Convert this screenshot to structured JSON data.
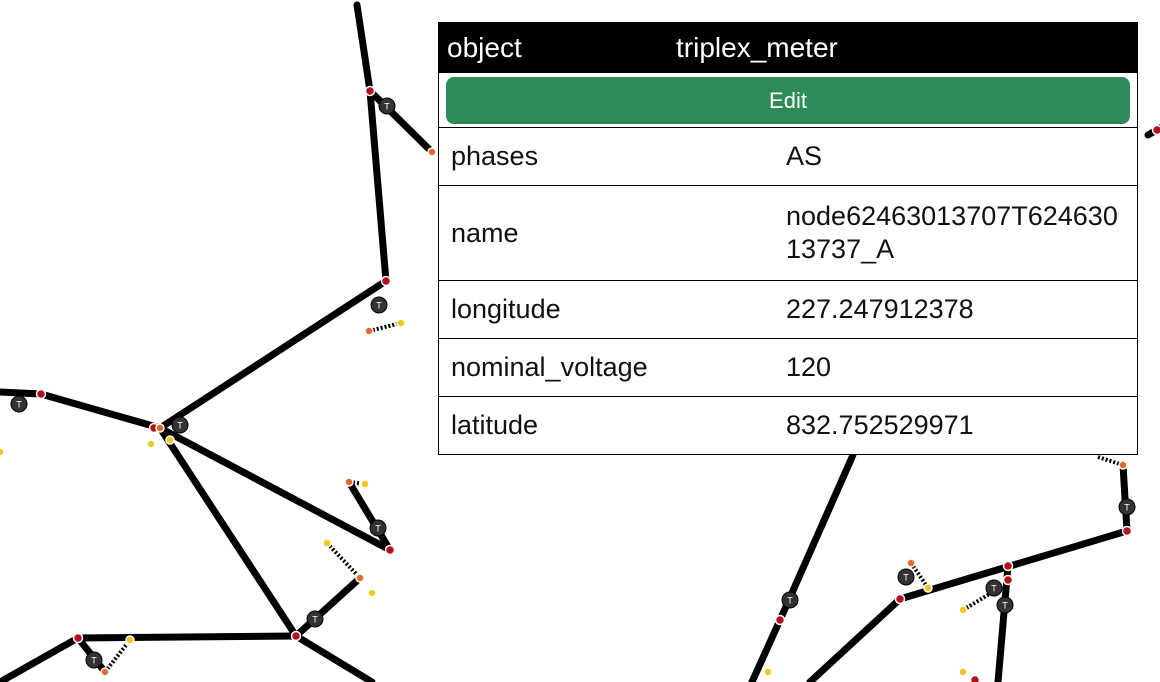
{
  "popup": {
    "header_key": "object",
    "header_value": "triplex_meter",
    "edit_label": "Edit",
    "properties": [
      {
        "key": "phases",
        "value": "AS"
      },
      {
        "key": "name",
        "value": "node62463013707T62463013737_A"
      },
      {
        "key": "longitude",
        "value": "227.247912378"
      },
      {
        "key": "nominal_voltage",
        "value": "120"
      },
      {
        "key": "latitude",
        "value": "832.752529971"
      }
    ]
  },
  "map": {
    "transformer_label": "T",
    "colors": {
      "line": "#000000",
      "node": "#b0131e",
      "meter": "#e06a2c",
      "load": "#f2c81a",
      "edit_button": "#2e8b57",
      "transformer_badge": "#333333"
    }
  }
}
